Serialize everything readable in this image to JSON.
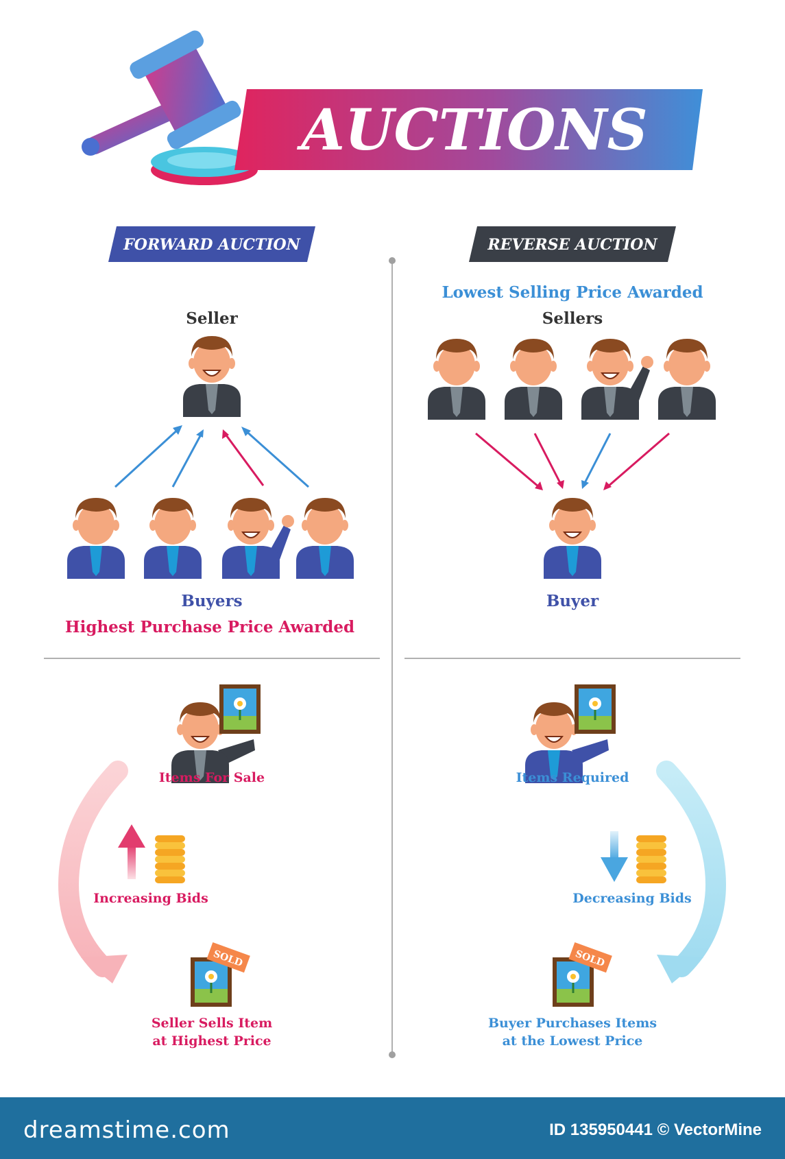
{
  "title": "AUCTIONS",
  "forward": {
    "badge": "FORWARD AUCTION",
    "seller_label": "Seller",
    "buyers_label": "Buyers",
    "awarded": "Highest Purchase Price Awarded",
    "items_label": "Items For Sale",
    "bids_label": "Increasing Bids",
    "sold_tag": "SOLD",
    "result_line1": "Seller Sells Item",
    "result_line2": "at Highest Price"
  },
  "reverse": {
    "badge": "REVERSE AUCTION",
    "awarded": "Lowest Selling Price Awarded",
    "sellers_label": "Sellers",
    "buyer_label": "Buyer",
    "items_label": "Items Required",
    "bids_label": "Decreasing Bids",
    "sold_tag": "SOLD",
    "result_line1": "Buyer Purchases Items",
    "result_line2": "at the Lowest Price"
  },
  "footer": {
    "brand": "dreamstime.com",
    "id_text": "ID 135950441 © VectorMine"
  },
  "colors": {
    "pink": "#d81b60",
    "blue": "#3f51b5",
    "lightblue": "#3b8fd6",
    "dark": "#333333",
    "suit_blue": "#3f51a8",
    "suit_dark": "#3a3f47",
    "hair": "#8a4a21",
    "skin": "#f4a87f",
    "footer": "#1f6f9e"
  }
}
